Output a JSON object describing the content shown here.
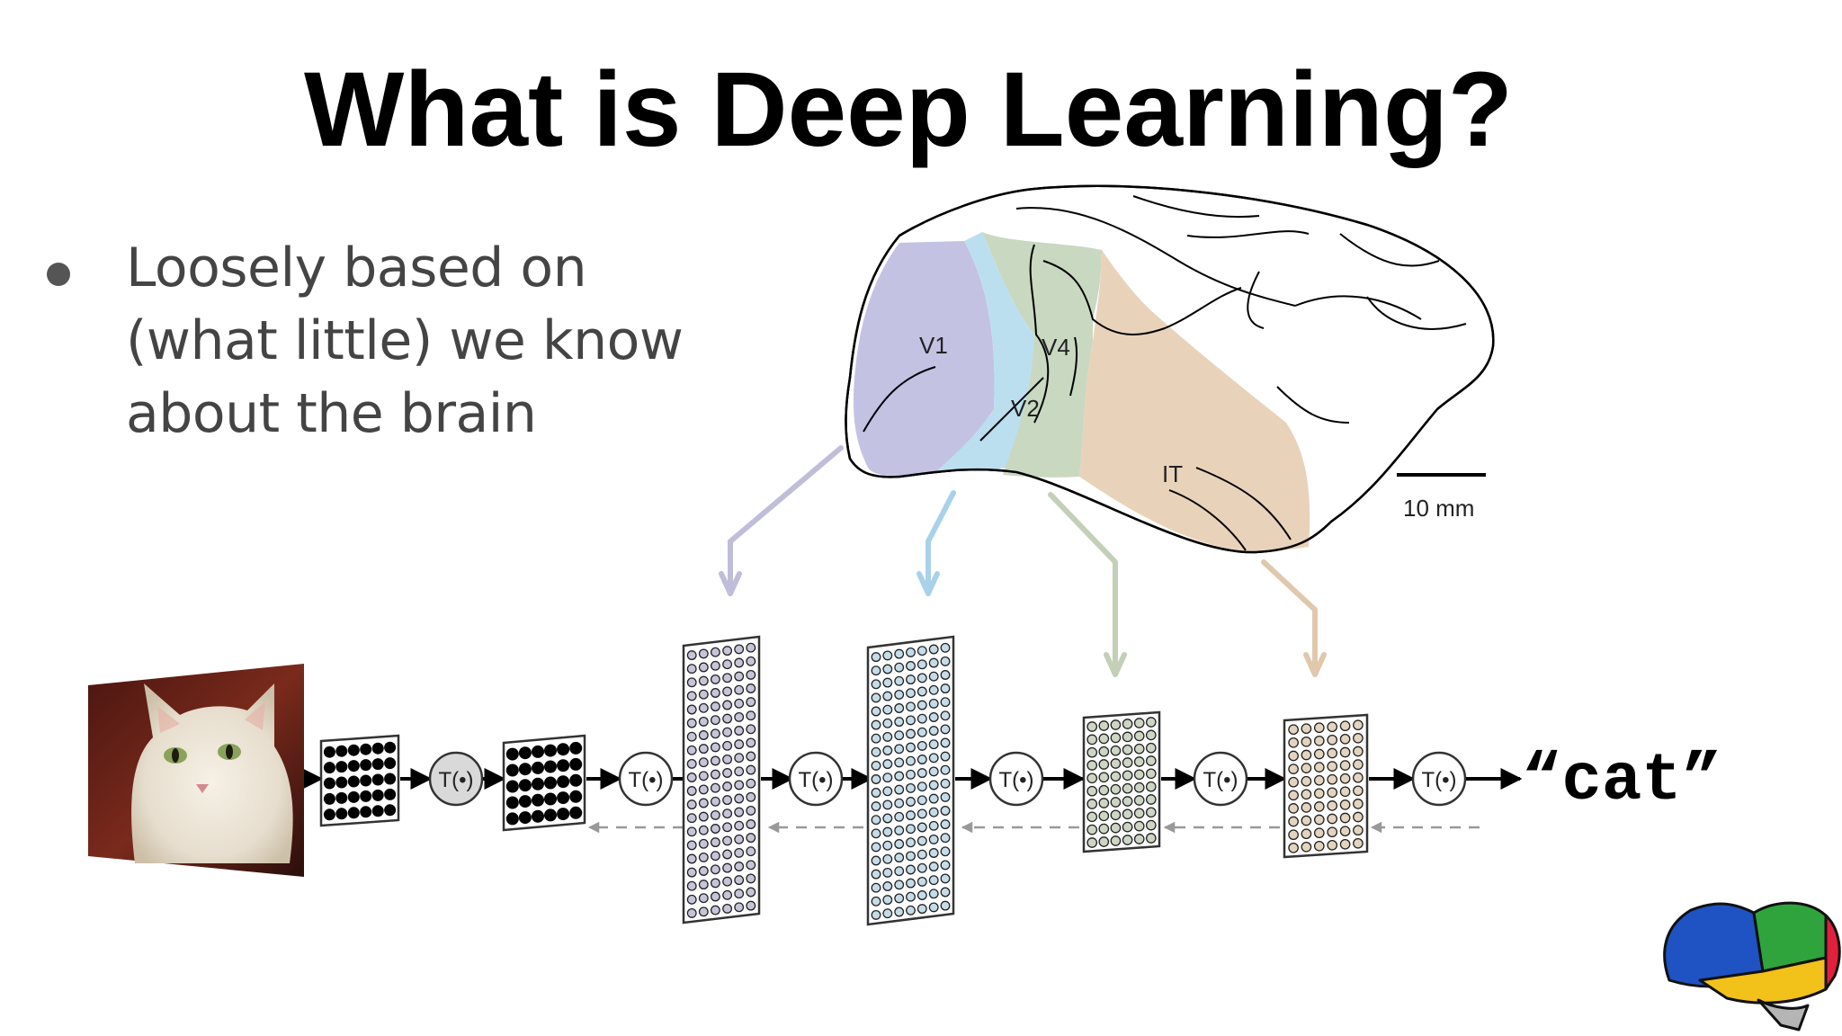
{
  "slide": {
    "title": "What is Deep Learning?",
    "bullet_lines": [
      "Loosely based on",
      "(what little) we know",
      "about the brain"
    ]
  },
  "brain": {
    "regions": [
      {
        "label": "V1",
        "color": "#c4c2e3"
      },
      {
        "label": "V2",
        "color": "#bcdff0"
      },
      {
        "label": "V4",
        "color": "#c9d8c1"
      },
      {
        "label": "IT",
        "color": "#e8d3ba"
      }
    ],
    "scale_bar_label": "10 mm"
  },
  "network": {
    "transform_label": "T(•)",
    "output_label": "“cat”",
    "arrow_colors": [
      "#bfbdd9",
      "#a9d1ea",
      "#c3cfb7",
      "#e0c8ad"
    ],
    "layer_fills": [
      "#000000",
      "#000000",
      "#c6c5d8",
      "#c5dce8",
      "#cdd5c4",
      "#e3d4bf"
    ]
  },
  "colors": {
    "title": "#000000",
    "body_text": "#444444"
  },
  "icons": {
    "photo": "cat-photo",
    "logo": "colored-brain-logo-icon"
  }
}
